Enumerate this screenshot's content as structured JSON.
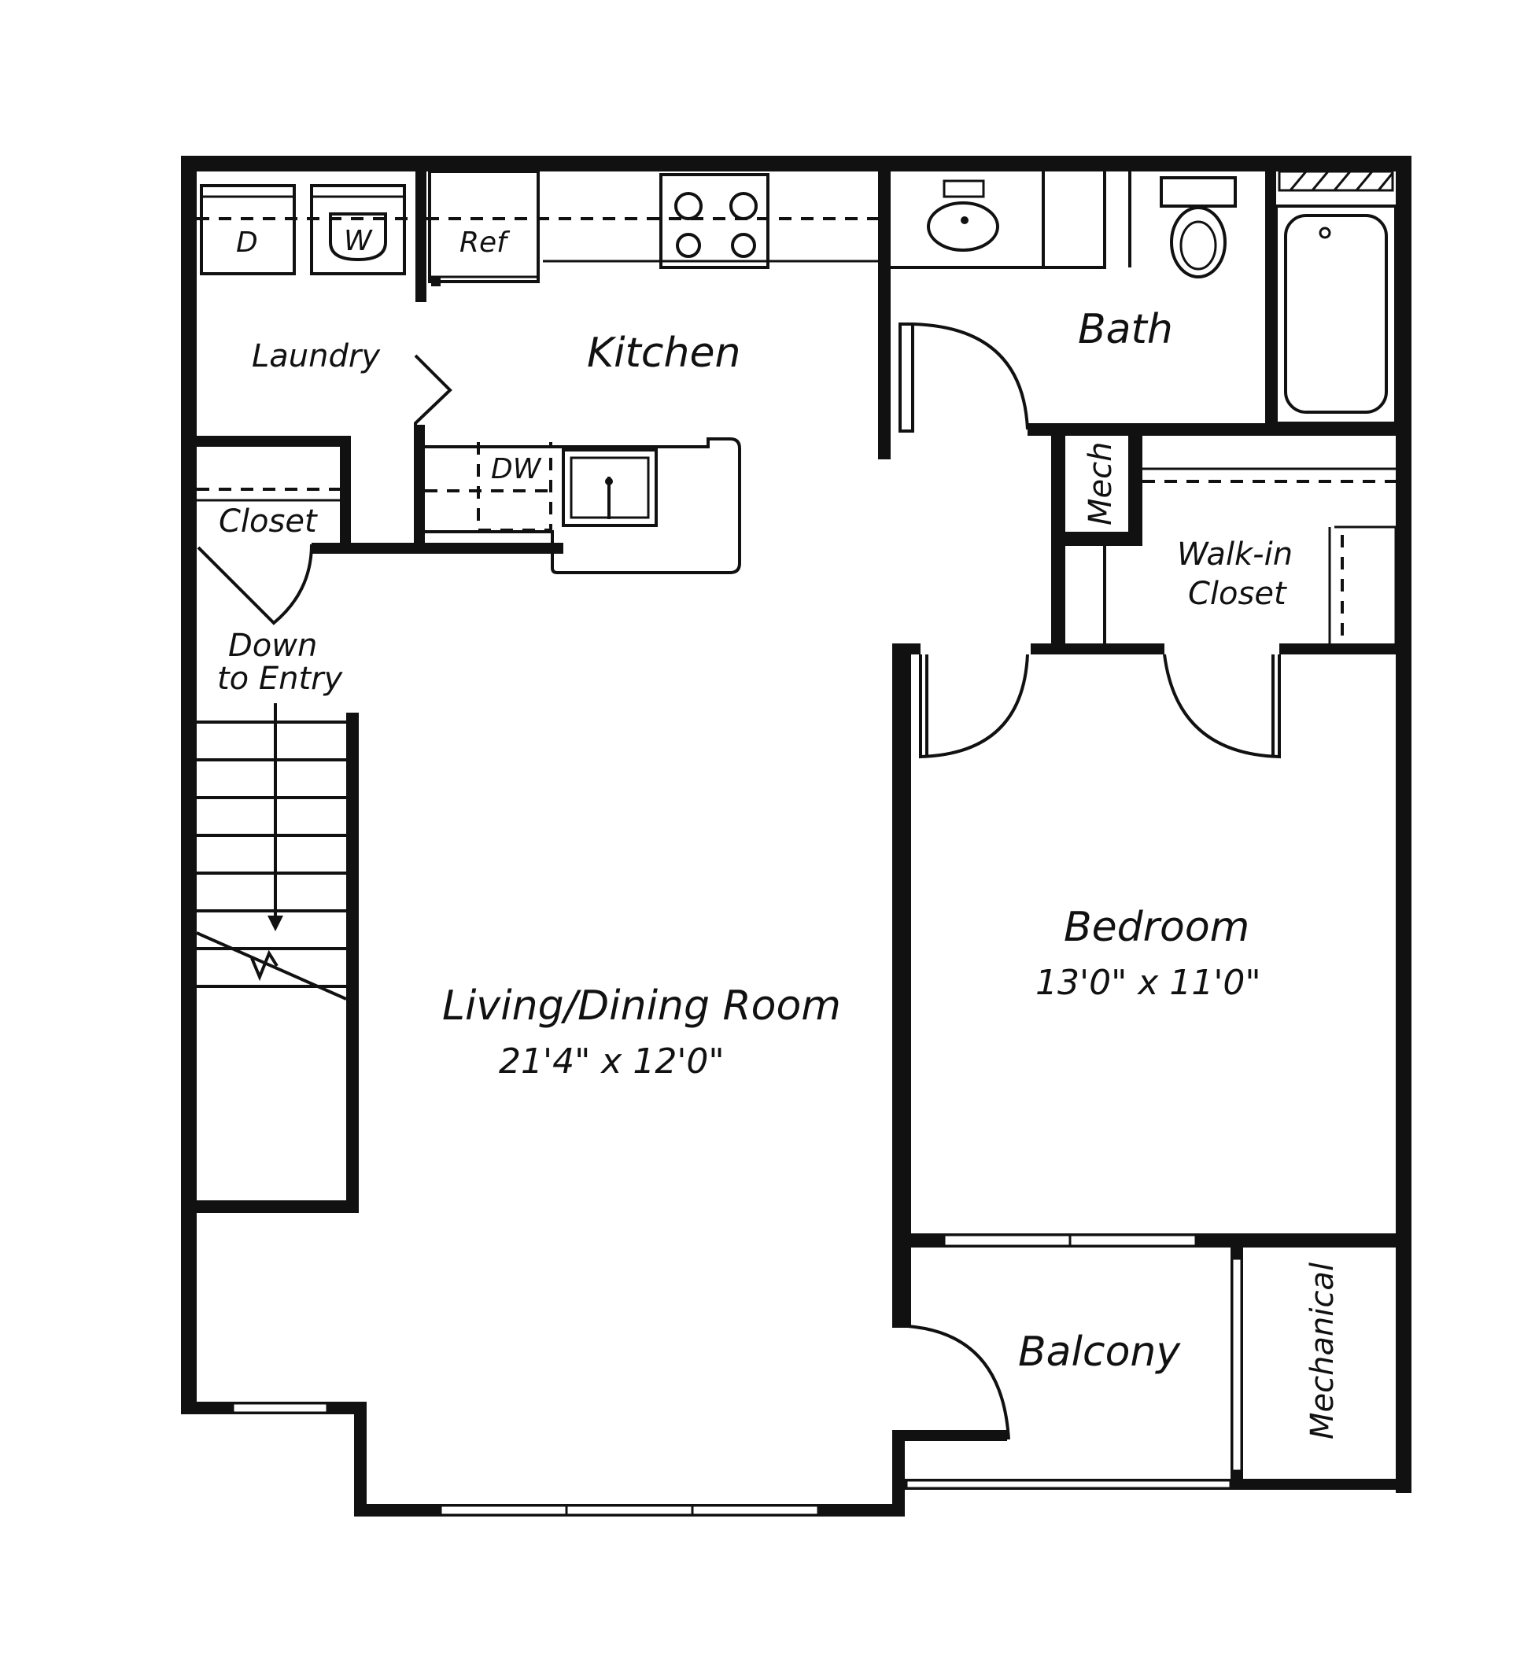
{
  "rooms": {
    "laundry": "Laundry",
    "kitchen": "Kitchen",
    "bath": "Bath",
    "closet": "Closet",
    "mech": "Mech",
    "walkin_line1": "Walk-in",
    "walkin_line2": "Closet",
    "stairs_line1": "Down",
    "stairs_line2": "to Entry",
    "living": "Living/Dining Room",
    "living_dim": "21'4\" x 12'0\"",
    "bedroom": "Bedroom",
    "bedroom_dim": "13'0\" x 11'0\"",
    "balcony": "Balcony",
    "mechanical": "Mechanical"
  },
  "appliances": {
    "dryer": "D",
    "washer": "W",
    "refrigerator": "Ref",
    "dishwasher": "DW"
  },
  "colors": {
    "wall": "#111111",
    "background": "#ffffff"
  }
}
